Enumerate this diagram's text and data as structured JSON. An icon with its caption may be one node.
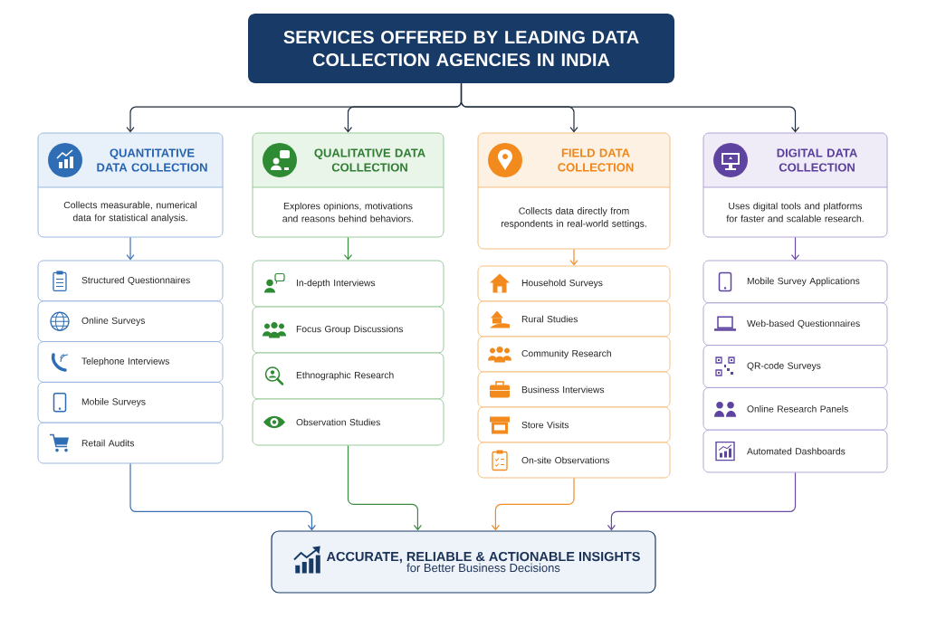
{
  "diagram": {
    "nodes": [
      {
        "text": [
          "SERVICES OFFERED BY LEADING DATA COLLECTION AGENCIES IN INDIA"
        ]
      },
      {
        "text": [
          "QUANTITATIVE DATA COLLECTION",
          "Collects measurable, numerical data for statistical analysis."
        ]
      },
      {
        "text": [
          "QUALITATIVE DATA COLLECTION",
          "Explores opinions, motivations and reasons behind behaviors."
        ]
      },
      {
        "text": [
          "FIELD DATA COLLECTION",
          "Collects data directly from respondents in real-world settings."
        ]
      },
      {
        "text": [
          "DIGITAL DATA COLLECTION",
          "Uses digital tools and platforms for faster and scalable research."
        ]
      },
      {
        "text": [
          "Structured Questionnaires"
        ]
      },
      {
        "text": [
          "Online Surveys"
        ]
      },
      {
        "text": [
          "Telephone Interviews"
        ]
      },
      {
        "text": [
          "Mobile Surveys"
        ]
      },
      {
        "text": [
          "Retail Audits"
        ]
      },
      {
        "text": [
          "In-depth Interviews"
        ]
      },
      {
        "text": [
          "Focus Group Discussions"
        ]
      },
      {
        "text": [
          "Ethnographic Research"
        ]
      },
      {
        "text": [
          "Observation Studies"
        ]
      },
      {
        "text": [
          "Household Surveys"
        ]
      },
      {
        "text": [
          "Rural Studies"
        ]
      },
      {
        "text": [
          "Community Research"
        ]
      },
      {
        "text": [
          "Business Interviews"
        ]
      },
      {
        "text": [
          "Store Visits"
        ]
      },
      {
        "text": [
          "On-site Observations"
        ]
      },
      {
        "text": [
          "Mobile Survey Applications"
        ]
      },
      {
        "text": [
          "Web-based Questionnaires"
        ]
      },
      {
        "text": [
          "QR-code Surveys"
        ]
      },
      {
        "text": [
          "Online Research Panels"
        ]
      },
      {
        "text": [
          "Automated Dashboards"
        ]
      },
      {
        "text": [
          "ACCURATE, RELIABLE & ACTIONABLE INSIGHTS",
          "for Better Business Decisions"
        ]
      }
    ],
    "edges": [
      {
        "from": 0,
        "to": 1,
        "arrow": "to",
        "color": "#1f2d3d"
      },
      {
        "from": 0,
        "to": 2,
        "arrow": "to",
        "color": "#1f2d3d"
      },
      {
        "from": 0,
        "to": 3,
        "arrow": "to",
        "color": "#1f2d3d"
      },
      {
        "from": 0,
        "to": 4,
        "arrow": "to",
        "color": "#1f2d3d"
      },
      {
        "from": 1,
        "to": 5,
        "arrow": "to",
        "color": "#3a6fb3"
      },
      {
        "from": 2,
        "to": 10,
        "arrow": "to",
        "color": "#3c8c3f"
      },
      {
        "from": 3,
        "to": 14,
        "arrow": "to",
        "color": "#f08c28"
      },
      {
        "from": 4,
        "to": 20,
        "arrow": "to",
        "color": "#6a4ba3"
      },
      {
        "from": 9,
        "to": 25,
        "arrow": "to",
        "color": "#3a6fb3"
      },
      {
        "from": 13,
        "to": 25,
        "arrow": "to",
        "color": "#3c8c3f"
      },
      {
        "from": 19,
        "to": 25,
        "arrow": "to",
        "color": "#f08c28"
      },
      {
        "from": 24,
        "to": 25,
        "arrow": "to",
        "color": "#6a4ba3"
      }
    ]
  }
}
